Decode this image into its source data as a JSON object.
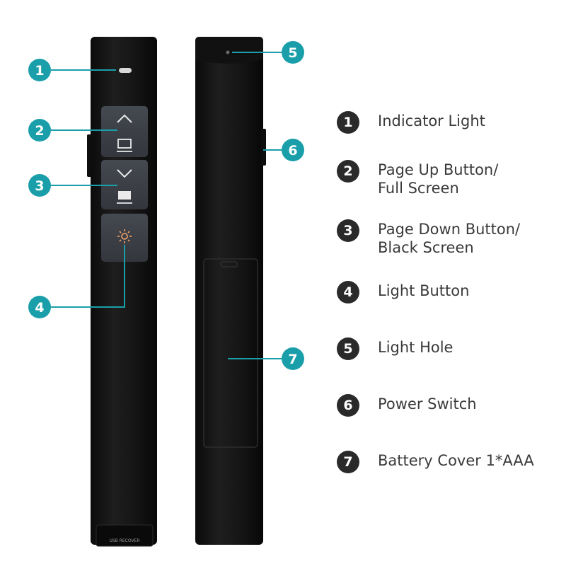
{
  "colors": {
    "callout": "#1a9faa",
    "device_body": "#151515",
    "button_face": "#3b3e44"
  },
  "device": {
    "usb_label": "USB RECOVER"
  },
  "callouts": [
    {
      "number": "1",
      "label": "Indicator Light"
    },
    {
      "number": "2",
      "label": "Page Up Button/\nFull Screen"
    },
    {
      "number": "3",
      "label": "Page Down Button/\nBlack Screen"
    },
    {
      "number": "4",
      "label": "Light  Button"
    },
    {
      "number": "5",
      "label": "Light  Hole"
    },
    {
      "number": "6",
      "label": "Power Switch"
    },
    {
      "number": "7",
      "label": "Battery Cover 1*AAA"
    }
  ]
}
